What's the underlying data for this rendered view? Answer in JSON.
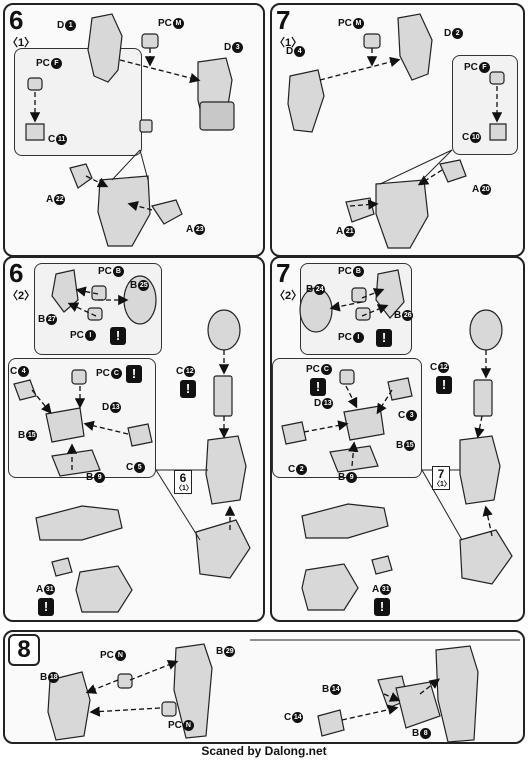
{
  "page_watermark": "Scaned by Dalong.net",
  "step6_1": {
    "number": "6",
    "sub": "〈1〉",
    "labels": {
      "d1": "D",
      "d1n": "1",
      "pcm": "PC",
      "pcmn": "M",
      "d3": "D",
      "d3n": "3",
      "pcf": "PC",
      "pcfn": "F",
      "c11": "C",
      "c11n": "11",
      "a22": "A",
      "a22n": "22",
      "a23": "A",
      "a23n": "23"
    }
  },
  "step7_1": {
    "number": "7",
    "sub": "〈1〉",
    "labels": {
      "pcm": "PC",
      "pcmn": "M",
      "d2": "D",
      "d2n": "2",
      "d4": "D",
      "d4n": "4",
      "pcf": "PC",
      "pcfn": "F",
      "c10": "C",
      "c10n": "10",
      "a20": "A",
      "a20n": "20",
      "a21": "A",
      "a21n": "21"
    }
  },
  "step6_2": {
    "number": "6",
    "sub": "〈2〉",
    "labels": {
      "pcb": "PC",
      "pcbn": "B",
      "b25": "B",
      "b25n": "25",
      "b27": "B",
      "b27n": "27",
      "pci": "PC",
      "pcin": "I",
      "c4": "C",
      "c4n": "4",
      "pcc": "PC",
      "pccn": "C",
      "c12": "C",
      "c12n": "12",
      "d13": "D",
      "d13n": "13",
      "b15": "B",
      "b15n": "15",
      "c5": "C",
      "c5n": "5",
      "b9": "B",
      "b9n": "9",
      "a31": "A",
      "a31n": "31"
    },
    "mini_step": "6",
    "mini_sub": "〈1〉"
  },
  "step7_2": {
    "number": "7",
    "sub": "〈2〉",
    "labels": {
      "pcb": "PC",
      "pcbn": "B",
      "b24": "B",
      "b24n": "24",
      "b26": "B",
      "b26n": "26",
      "pci": "PC",
      "pcin": "I",
      "pcc": "PC",
      "pccn": "C",
      "c12": "C",
      "c12n": "12",
      "d13": "D",
      "d13n": "13",
      "c3": "C",
      "c3n": "3",
      "b15": "B",
      "b15n": "15",
      "c2": "C",
      "c2n": "2",
      "b9": "B",
      "b9n": "9",
      "a31": "A",
      "a31n": "31"
    },
    "mini_step": "7",
    "mini_sub": "〈1〉"
  },
  "step8": {
    "number": "8",
    "labels": {
      "pcn1": "PC",
      "pcn1n": "N",
      "b29": "B",
      "b29n": "29",
      "b18": "B",
      "b18n": "18",
      "pcn2": "PC",
      "pcn2n": "N",
      "b14": "B",
      "b14n": "14",
      "c14": "C",
      "c14n": "14",
      "b8": "B",
      "b8n": "8"
    }
  },
  "warning_glyph": "!"
}
